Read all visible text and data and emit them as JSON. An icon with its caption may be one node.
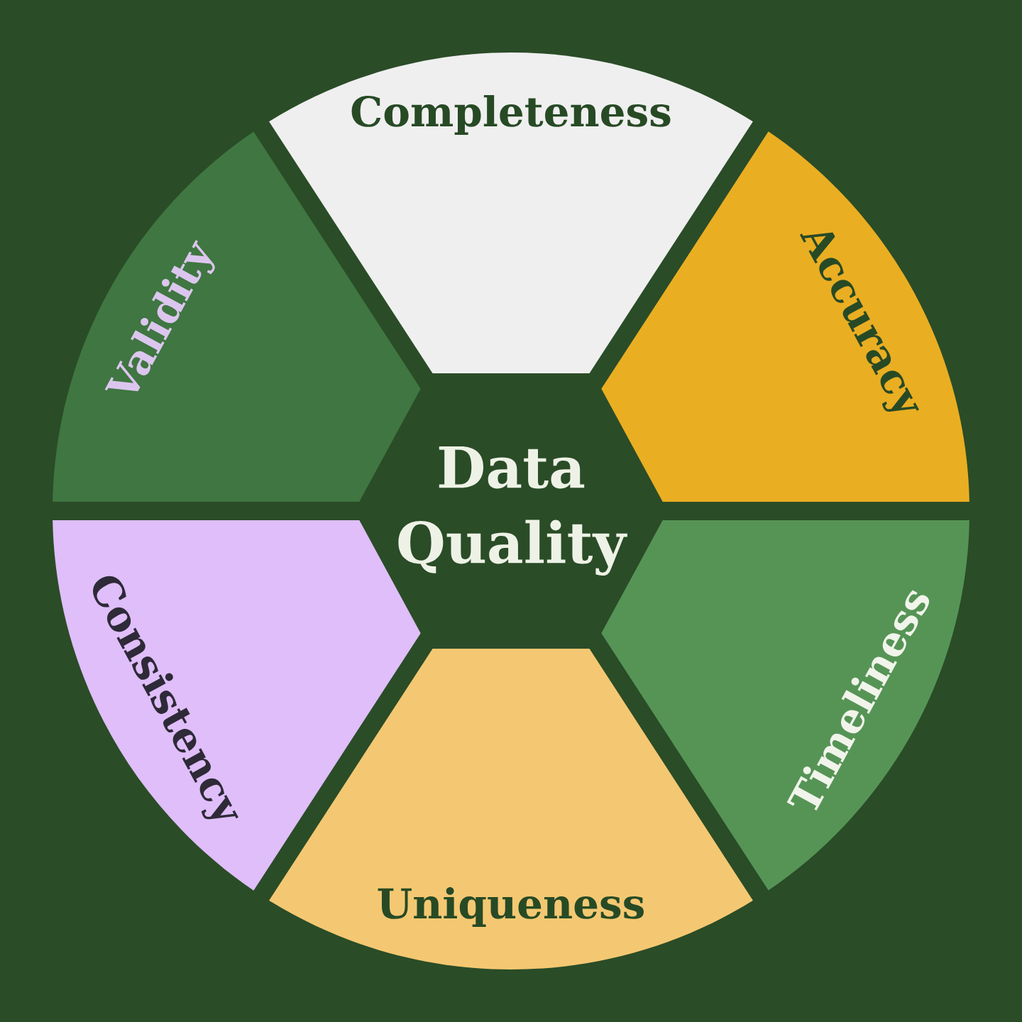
{
  "diagram": {
    "nodes": [
      {
        "text": [
          "Data Quality"
        ]
      },
      {
        "text": [
          "Completeness"
        ]
      },
      {
        "text": [
          "Accuracy"
        ]
      },
      {
        "text": [
          "Timeliness"
        ]
      },
      {
        "text": [
          "Uniqueness"
        ]
      },
      {
        "text": [
          "Consistency"
        ]
      },
      {
        "text": [
          "Validity"
        ]
      }
    ]
  }
}
